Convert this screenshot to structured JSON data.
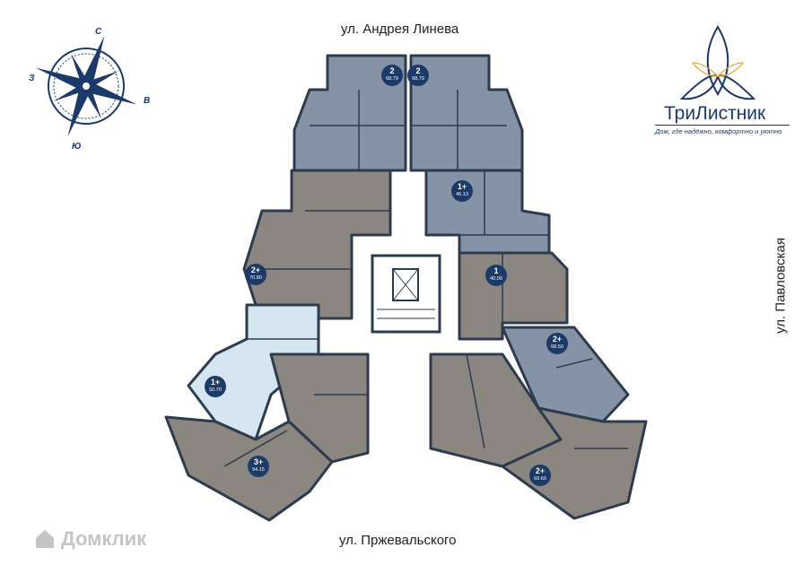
{
  "streets": {
    "top": "ул. Андрея Линева",
    "bottom": "ул. Пржевальского",
    "right": "ул. Павловская"
  },
  "compass": {
    "north": "С",
    "east": "В",
    "south": "Ю",
    "west": "З"
  },
  "logo": {
    "name": "ТриЛистник",
    "slogan": "Дом, где надёжно, комфортно и уютно"
  },
  "watermark": "Домклик",
  "colors": {
    "blue_unit": "#8693a6",
    "brown_unit": "#8b8680",
    "selected_unit": "#d5e6f0",
    "walls": "#2d3b4e",
    "badge": "#1c3a68"
  },
  "apartments": [
    {
      "rooms": "2",
      "area": "68.79"
    },
    {
      "rooms": "2",
      "area": "68.79"
    },
    {
      "rooms": "1+",
      "area": "46.13"
    },
    {
      "rooms": "1",
      "area": "40.00"
    },
    {
      "rooms": "2+",
      "area": "70.80"
    },
    {
      "rooms": "1+",
      "area": "50.70"
    },
    {
      "rooms": "2+",
      "area": "68.50"
    },
    {
      "rooms": "2+",
      "area": "69.60"
    },
    {
      "rooms": "3+",
      "area": "94.15"
    }
  ]
}
